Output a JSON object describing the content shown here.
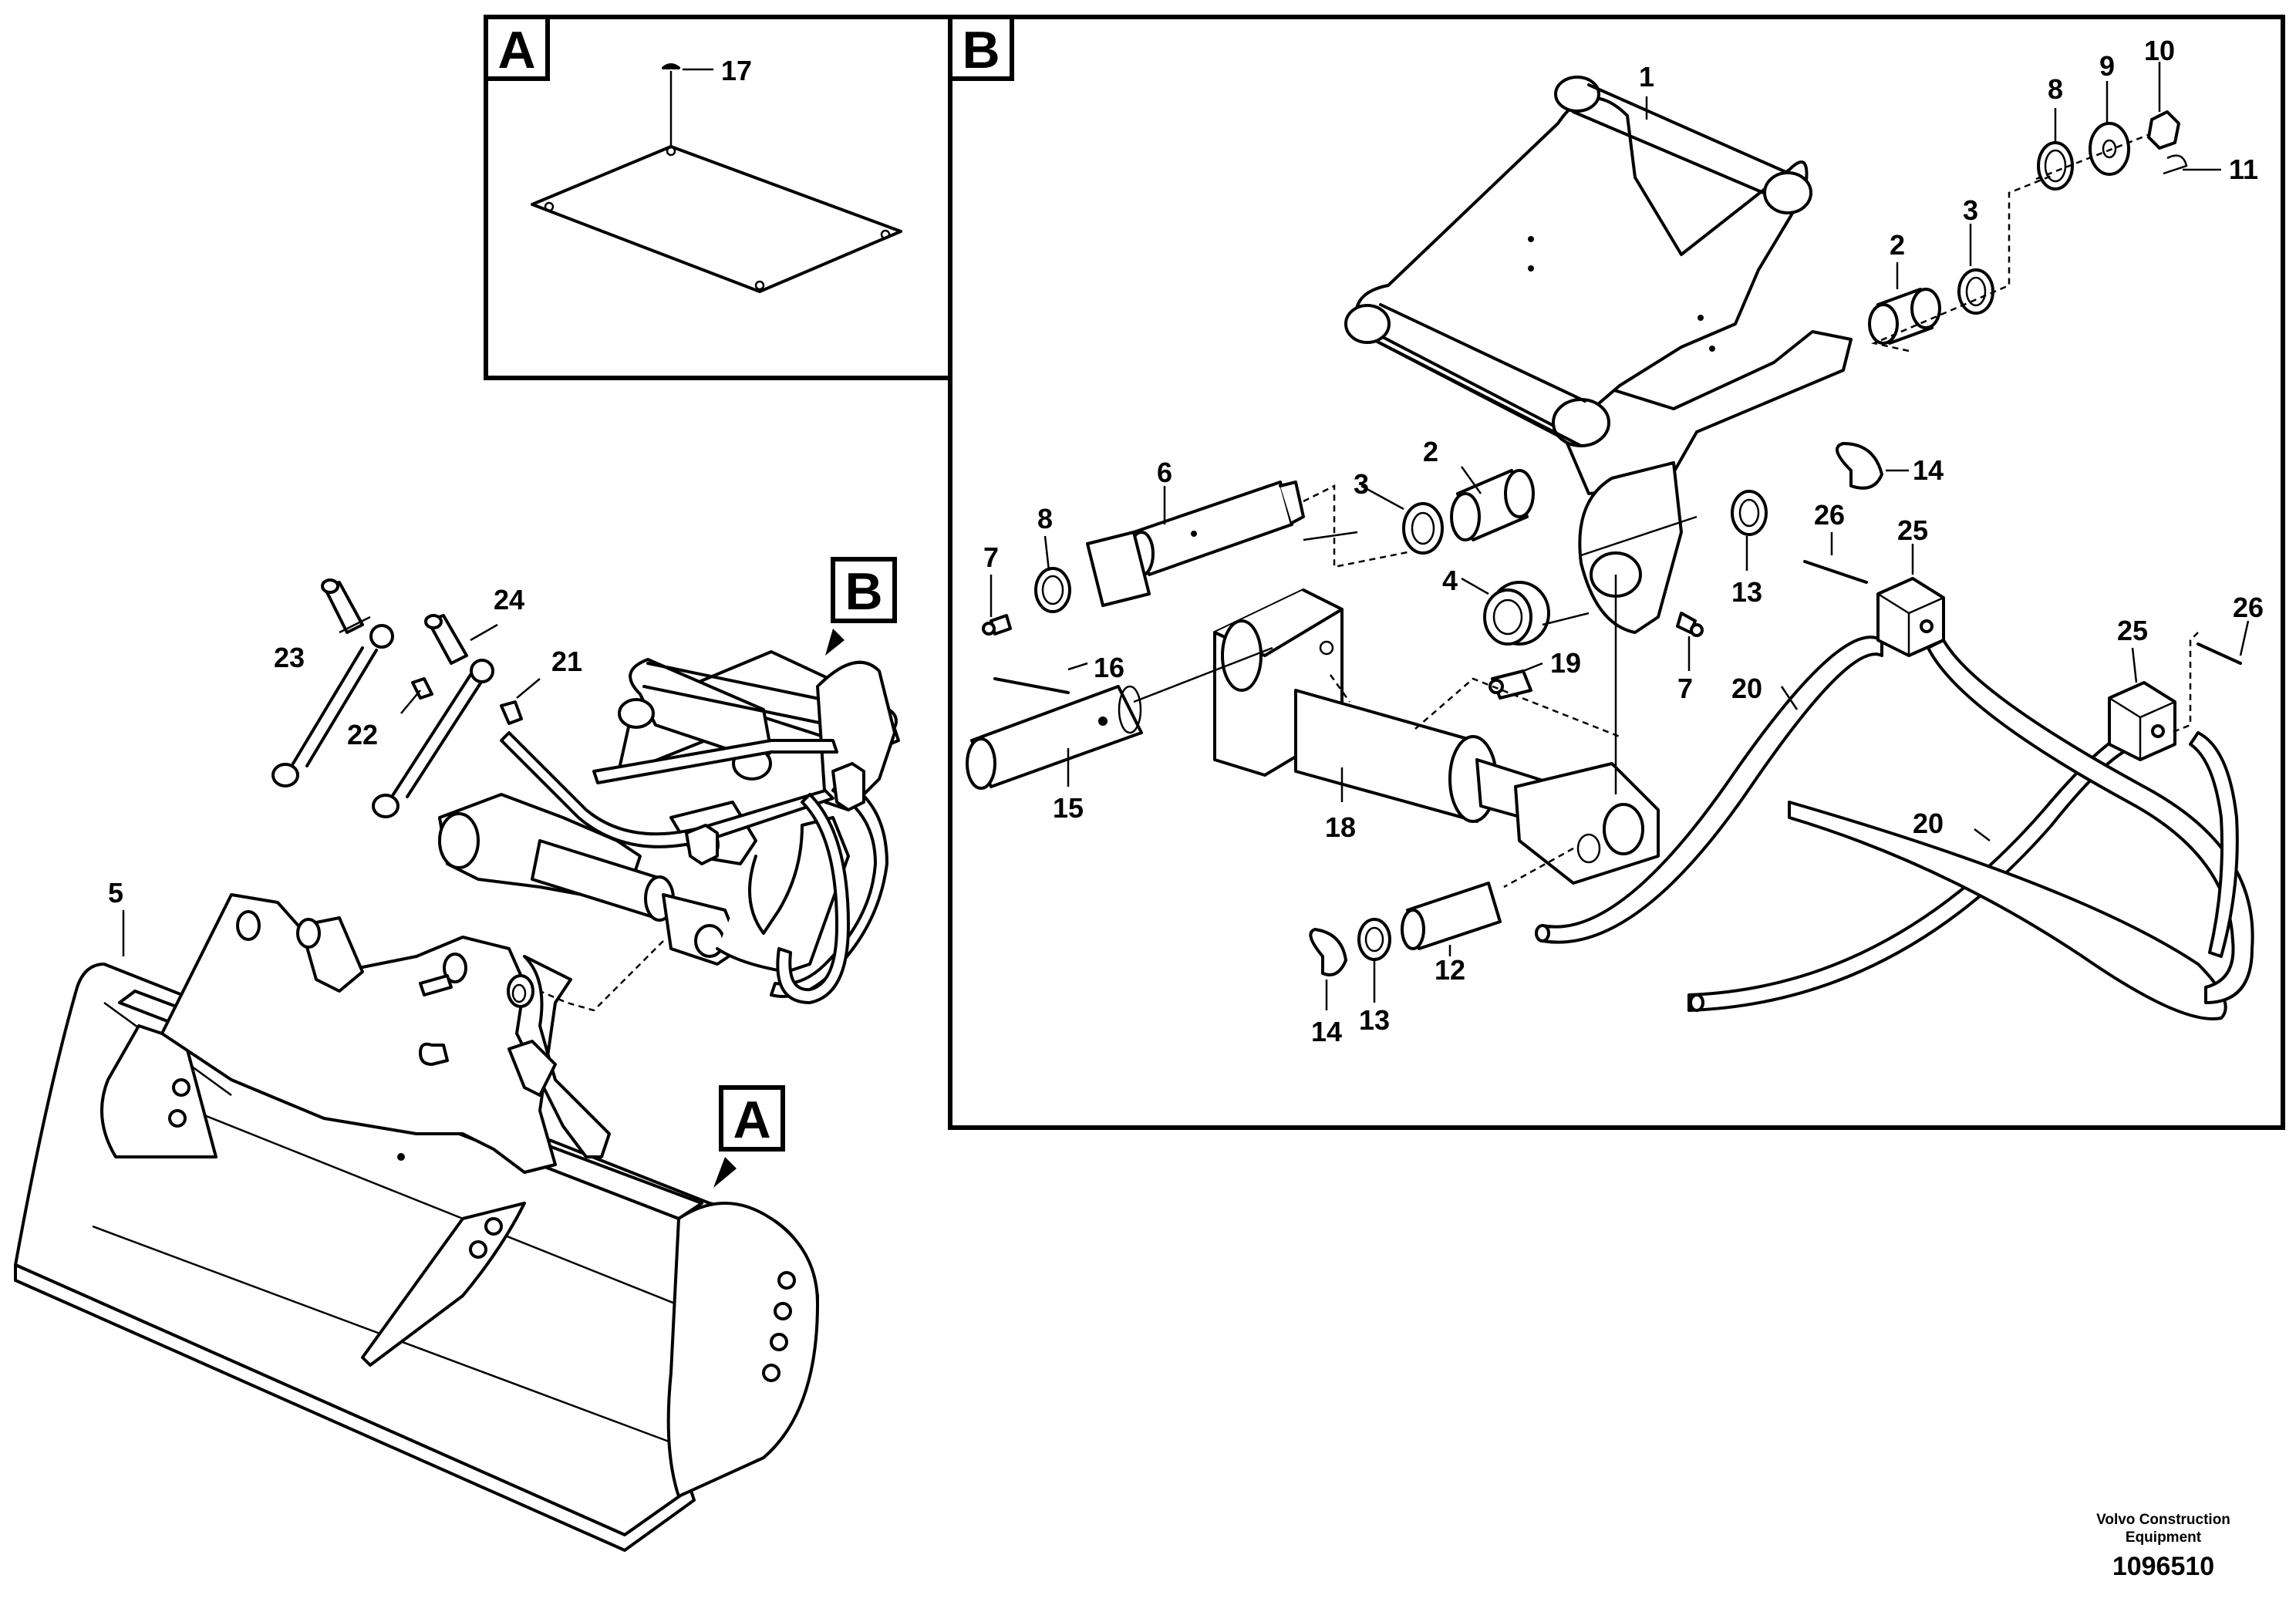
{
  "inset_a": {
    "letter": "A"
  },
  "inset_b": {
    "letter": "B"
  },
  "callouts": {
    "a": "A",
    "b": "B"
  },
  "labels": {
    "n1": "1",
    "n2": "2",
    "n3": "3",
    "n4": "4",
    "n5": "5",
    "n6": "6",
    "n7": "7",
    "n8": "8",
    "n9": "9",
    "n10": "10",
    "n11": "11",
    "n12": "12",
    "n13": "13",
    "n14": "14",
    "n15": "15",
    "n16": "16",
    "n17": "17",
    "n18": "18",
    "n19": "19",
    "n20": "20",
    "n21": "21",
    "n22": "22",
    "n23": "23",
    "n24": "24",
    "n25": "25",
    "n26": "26"
  },
  "footer": {
    "company_line1": "Volvo Construction",
    "company_line2": "Equipment",
    "drawing_number": "1096510"
  }
}
